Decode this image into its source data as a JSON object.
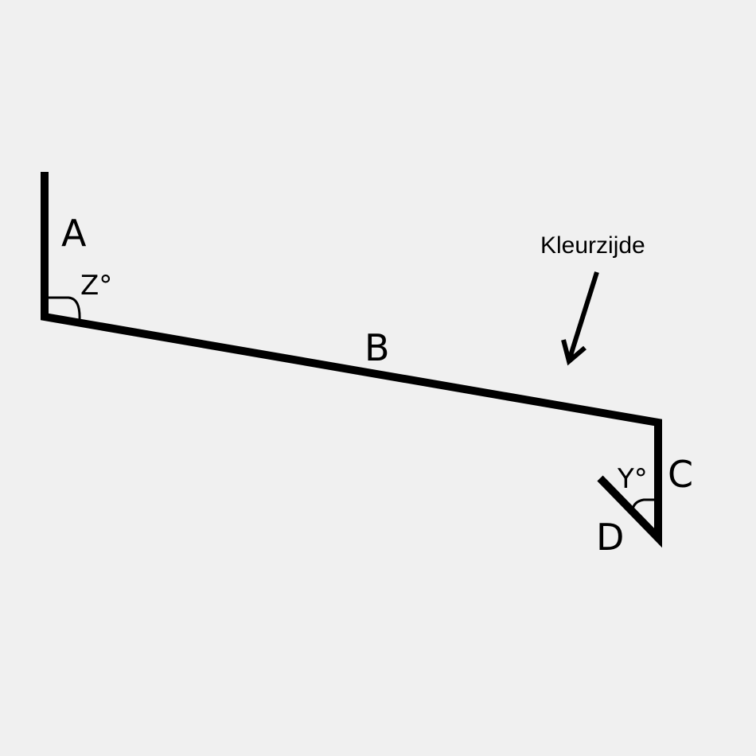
{
  "segments": {
    "a": "A",
    "b": "B",
    "c": "C",
    "d": "D"
  },
  "angles": {
    "z": "Z°",
    "y": "Y°"
  },
  "annotation": {
    "text": "Kleurzijde"
  },
  "colors": {
    "background": "#f0f0f0",
    "stroke": "#000000"
  }
}
